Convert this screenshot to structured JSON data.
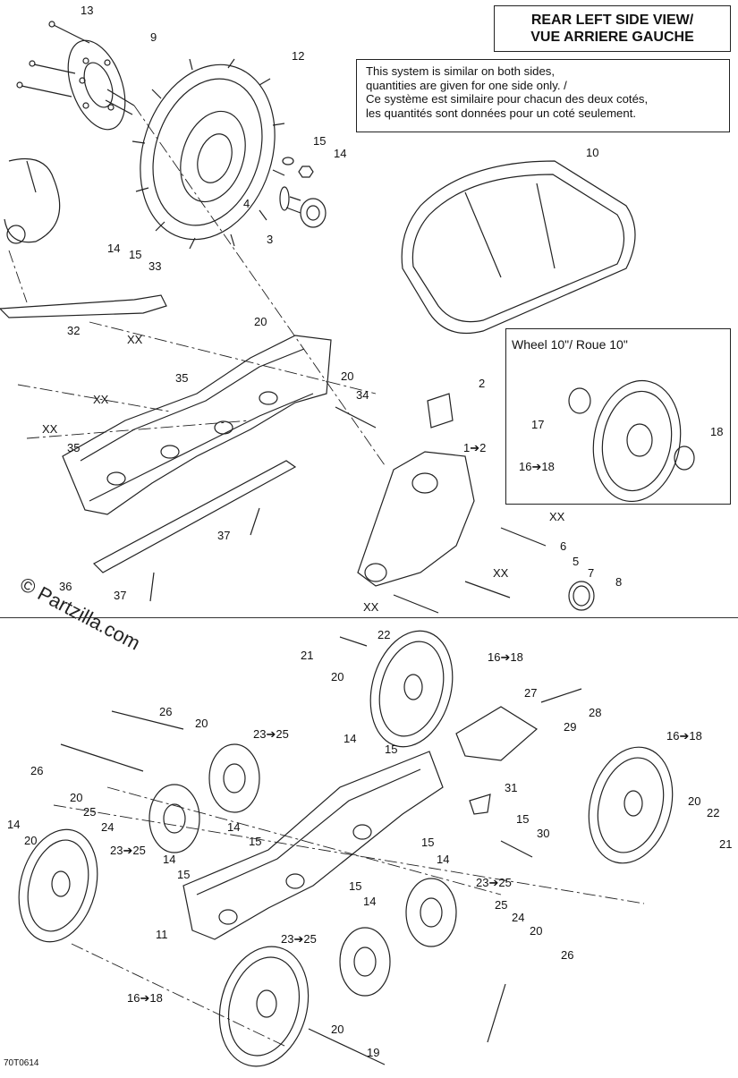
{
  "header": {
    "title_line1": "REAR LEFT SIDE VIEW/",
    "title_line2": "VUE ARRIERE GAUCHE"
  },
  "note": {
    "line1": "This system is similar on both sides,",
    "line2": "quantities are given for one side only. /",
    "line3": "Ce système est similaire pour chacun des deux cotés,",
    "line4": "les quantités sont données pour un coté seulement."
  },
  "wheel_inset": {
    "title": "Wheel 10\"/ Roue 10\""
  },
  "watermark": "© Partzilla.com",
  "drawing_code": "70T0614",
  "callouts": {
    "c13": "13",
    "c9": "9",
    "c12": "12",
    "c15a": "15",
    "c14a": "14",
    "c4": "4",
    "c3": "3",
    "c10": "10",
    "c14b": "14",
    "c15b": "15",
    "c33": "33",
    "c32": "32",
    "c20a": "20",
    "cXXa": "XX",
    "c35a": "35",
    "c20b": "20",
    "c34": "34",
    "cXXb": "XX",
    "cXXc": "XX",
    "c35b": "35",
    "c2": "2",
    "c1": "1➔2",
    "c37a": "37",
    "c36": "36",
    "c37b": "37",
    "cXXd": "XX",
    "c6": "6",
    "c5": "5",
    "c7": "7",
    "c8": "8",
    "cXXe": "XX",
    "cXXf": "XX",
    "c17": "17",
    "c18a": "18",
    "c1618a": "16➔18",
    "c21a": "21",
    "c22a": "22",
    "c20c": "20",
    "c1618b": "16➔18",
    "c27": "27",
    "c28": "28",
    "c29": "29",
    "c26a": "26",
    "c20d": "20",
    "c2325a": "23➔25",
    "c14c": "14",
    "c15c": "15",
    "c1618c": "16➔18",
    "c26b": "26",
    "c20e": "20",
    "c25a": "25",
    "c24a": "24",
    "c31": "31",
    "c2325b": "23➔25",
    "c14d": "14",
    "c15d": "15",
    "c14e": "14",
    "c20f": "20",
    "c15e": "15",
    "c30": "30",
    "c15f": "15",
    "c14f": "14",
    "c20g": "20",
    "c22b": "22",
    "c21b": "21",
    "c11": "11",
    "c15g": "15",
    "c14g": "14",
    "c2325c": "23➔25",
    "c25b": "25",
    "c24b": "24",
    "c2325d": "23➔25",
    "c20h": "20",
    "c1618d": "16➔18",
    "c26c": "26",
    "c20i": "20",
    "c19": "19"
  }
}
